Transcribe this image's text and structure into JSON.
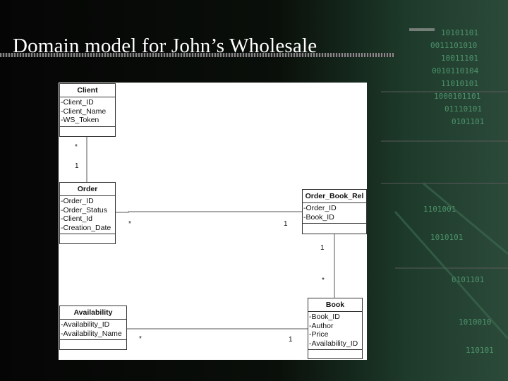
{
  "title": "Domain model for John’s Wholesale",
  "diagram": {
    "classes": {
      "client": {
        "name": "Client",
        "attributes": [
          "Client_ID",
          "Client_Name",
          "WS_Token"
        ]
      },
      "order": {
        "name": "Order",
        "attributes": [
          "Order_ID",
          "Order_Status",
          "Client_Id",
          "Creation_Date"
        ]
      },
      "order_book_rel": {
        "name": "Order_Book_Rel",
        "attributes": [
          "Order_ID",
          "Book_ID"
        ]
      },
      "book": {
        "name": "Book",
        "attributes": [
          "Book_ID",
          "Author",
          "Price",
          "Availability_ID"
        ]
      },
      "availability": {
        "name": "Availability",
        "attributes": [
          "Availability_ID",
          "Availability_Name"
        ]
      }
    },
    "associations": [
      {
        "from": "Client",
        "to": "Order",
        "from_mult": "*",
        "to_mult": "1"
      },
      {
        "from": "Order",
        "to": "Order_Book_Rel",
        "from_mult": "*",
        "to_mult": "1"
      },
      {
        "from": "Order_Book_Rel",
        "to": "Book",
        "from_mult": "1",
        "to_mult": "*"
      },
      {
        "from": "Availability",
        "to": "Book",
        "from_mult": "*",
        "to_mult": "1"
      }
    ]
  }
}
